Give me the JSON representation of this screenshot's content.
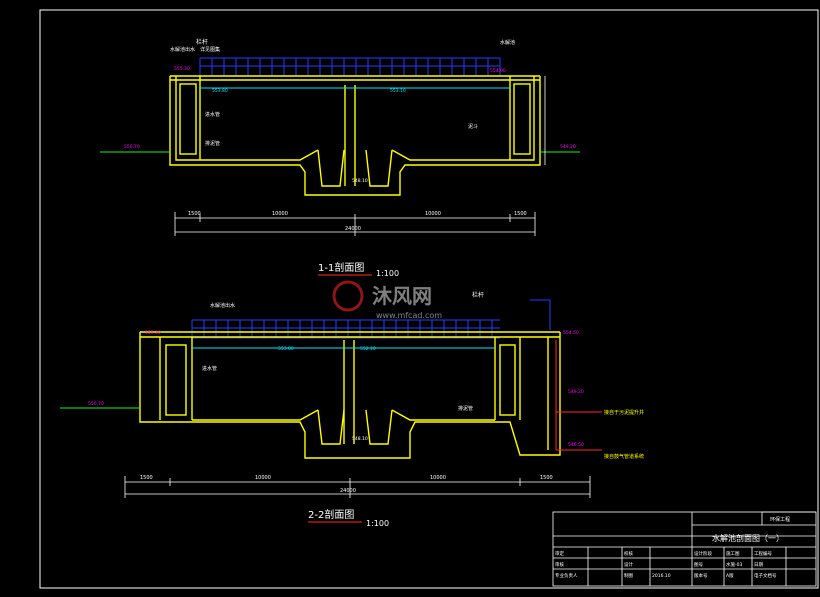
{
  "drawing": {
    "colors": {
      "background": "#000000",
      "frame": "#ffffff",
      "wall": "#ffff00",
      "railing": "#2a3bff",
      "water": "#00e5ff",
      "note": "#ff00ff",
      "dimension": "#ffffff",
      "leader": "#ff2a2a"
    },
    "section1": {
      "title": "1-1剖面图",
      "scale": "1:100",
      "labels": {
        "railing": "栏杆",
        "rail_type": "详见图集",
        "overflow": "水解池出水",
        "pipe": "进水管",
        "drain": "排泥管",
        "hopper": "泥斗",
        "water_level": "水解池"
      },
      "elevations": [
        "555.30",
        "554.90",
        "553.80",
        "553.10",
        "550.70",
        "549.20",
        "548.10"
      ],
      "dims": [
        "1500",
        "10000",
        "10000",
        "1500",
        "24000"
      ]
    },
    "section2": {
      "title": "2-2剖面图",
      "scale": "1:100",
      "labels": {
        "railing": "栏杆",
        "overflow": "水解池出水",
        "pipe": "进水管",
        "drain": "排泥管",
        "sludge_note": "接自于污泥提升井",
        "air_note": "接自鼓气管道系统"
      },
      "elevations": [
        "555.30",
        "554.50",
        "553.80",
        "552.10",
        "550.70",
        "549.20",
        "548.10",
        "546.50"
      ],
      "dims": [
        "1500",
        "10000",
        "10000",
        "1500",
        "24000"
      ]
    },
    "watermark": {
      "brand": "沐风网",
      "url": "www.mfcad.com"
    },
    "title_block": {
      "company": "环保工程",
      "drawing_title": "水解池剖面图（一）",
      "rows": [
        [
          "审定",
          "",
          "校核",
          "",
          "设计阶段",
          "施工图",
          "工程编号",
          ""
        ],
        [
          "审核",
          "",
          "设计",
          "",
          "图号",
          "水施-03",
          "日期",
          ""
        ],
        [
          "专业负责人",
          "",
          "制图",
          "2016.10",
          "版本号",
          "A版",
          "电子文档号",
          ""
        ]
      ]
    }
  }
}
